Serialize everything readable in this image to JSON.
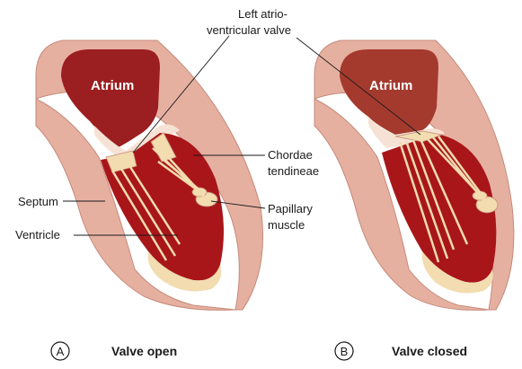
{
  "labels": {
    "left_av_valve_line1": "Left atrio-",
    "left_av_valve_line2": "ventricular valve",
    "chordae_line1": "Chordae",
    "chordae_line2": "tendineae",
    "papillary_line1": "Papillary",
    "papillary_line2": "muscle",
    "septum": "Septum",
    "ventricle": "Ventricle",
    "atrium_a": "Atrium",
    "atrium_b": "Atrium"
  },
  "panels": [
    {
      "letter": "A",
      "caption": "Valve open"
    },
    {
      "letter": "B",
      "caption": "Valve closed"
    }
  ],
  "colors": {
    "wall": "#e6b0a1",
    "wall_edge": "#c58a7a",
    "atrium": "#9b1e20",
    "atrium_closed": "#a43a2e",
    "ventricle": "#a8161a",
    "muscle": "#f2dcb0",
    "pale": "#f6e2d4"
  }
}
